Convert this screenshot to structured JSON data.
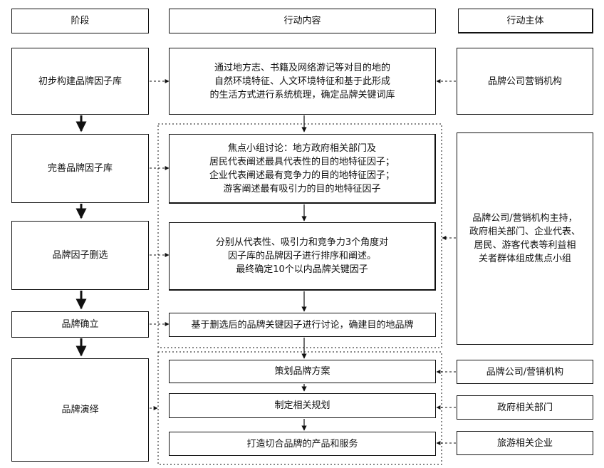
{
  "headers": {
    "stage": "阶段",
    "content": "行动内容",
    "actor": "行动主体"
  },
  "stages": [
    "初步构建品牌因子库",
    "完善品牌因子库",
    "品牌因子删选",
    "品牌确立",
    "品牌演绎"
  ],
  "contents": [
    "通过地方志、书籍及网络游记等对目的地的\n自然环境特征、人文环境特征和基于此形成\n的生活方式进行系统梳理，确定品牌关键词库",
    "焦点小组讨论：地方政府相关部门及\n居民代表阐述最具代表性的目的地特征因子；\n企业代表阐述最有竞争力的目的地特征因子；\n游客阐述最有吸引力的目的地特征因子",
    "分别从代表性、吸引力和竞争力3个角度对\n因子库的品牌因子进行排序和阐述。\n最终确定10个以内品牌关键因子",
    "基于删选后的品牌关键因子进行讨论，确建目的地品牌",
    "策划品牌方案",
    "制定相关规划",
    "打造切合品牌的产品和服务"
  ],
  "actors": [
    "品牌公司营销机构",
    "品牌公司/营销机构主持，\n政府相关部门、企业代表、\n居民、游客代表等利益相\n关者群体组成焦点小组",
    "品牌公司/营销机构",
    "政府相关部门",
    "旅游相关企业"
  ]
}
